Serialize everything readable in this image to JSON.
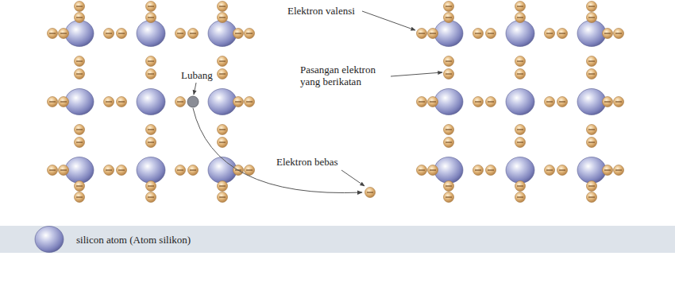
{
  "diagram": {
    "labels": [
      "Elektron valensi",
      "Lubang",
      "Pasangan elektron yang berikatan",
      "Elektron bebas"
    ],
    "legend": [
      {
        "text": "silicon atom (Atom silikon)"
      }
    ]
  }
}
